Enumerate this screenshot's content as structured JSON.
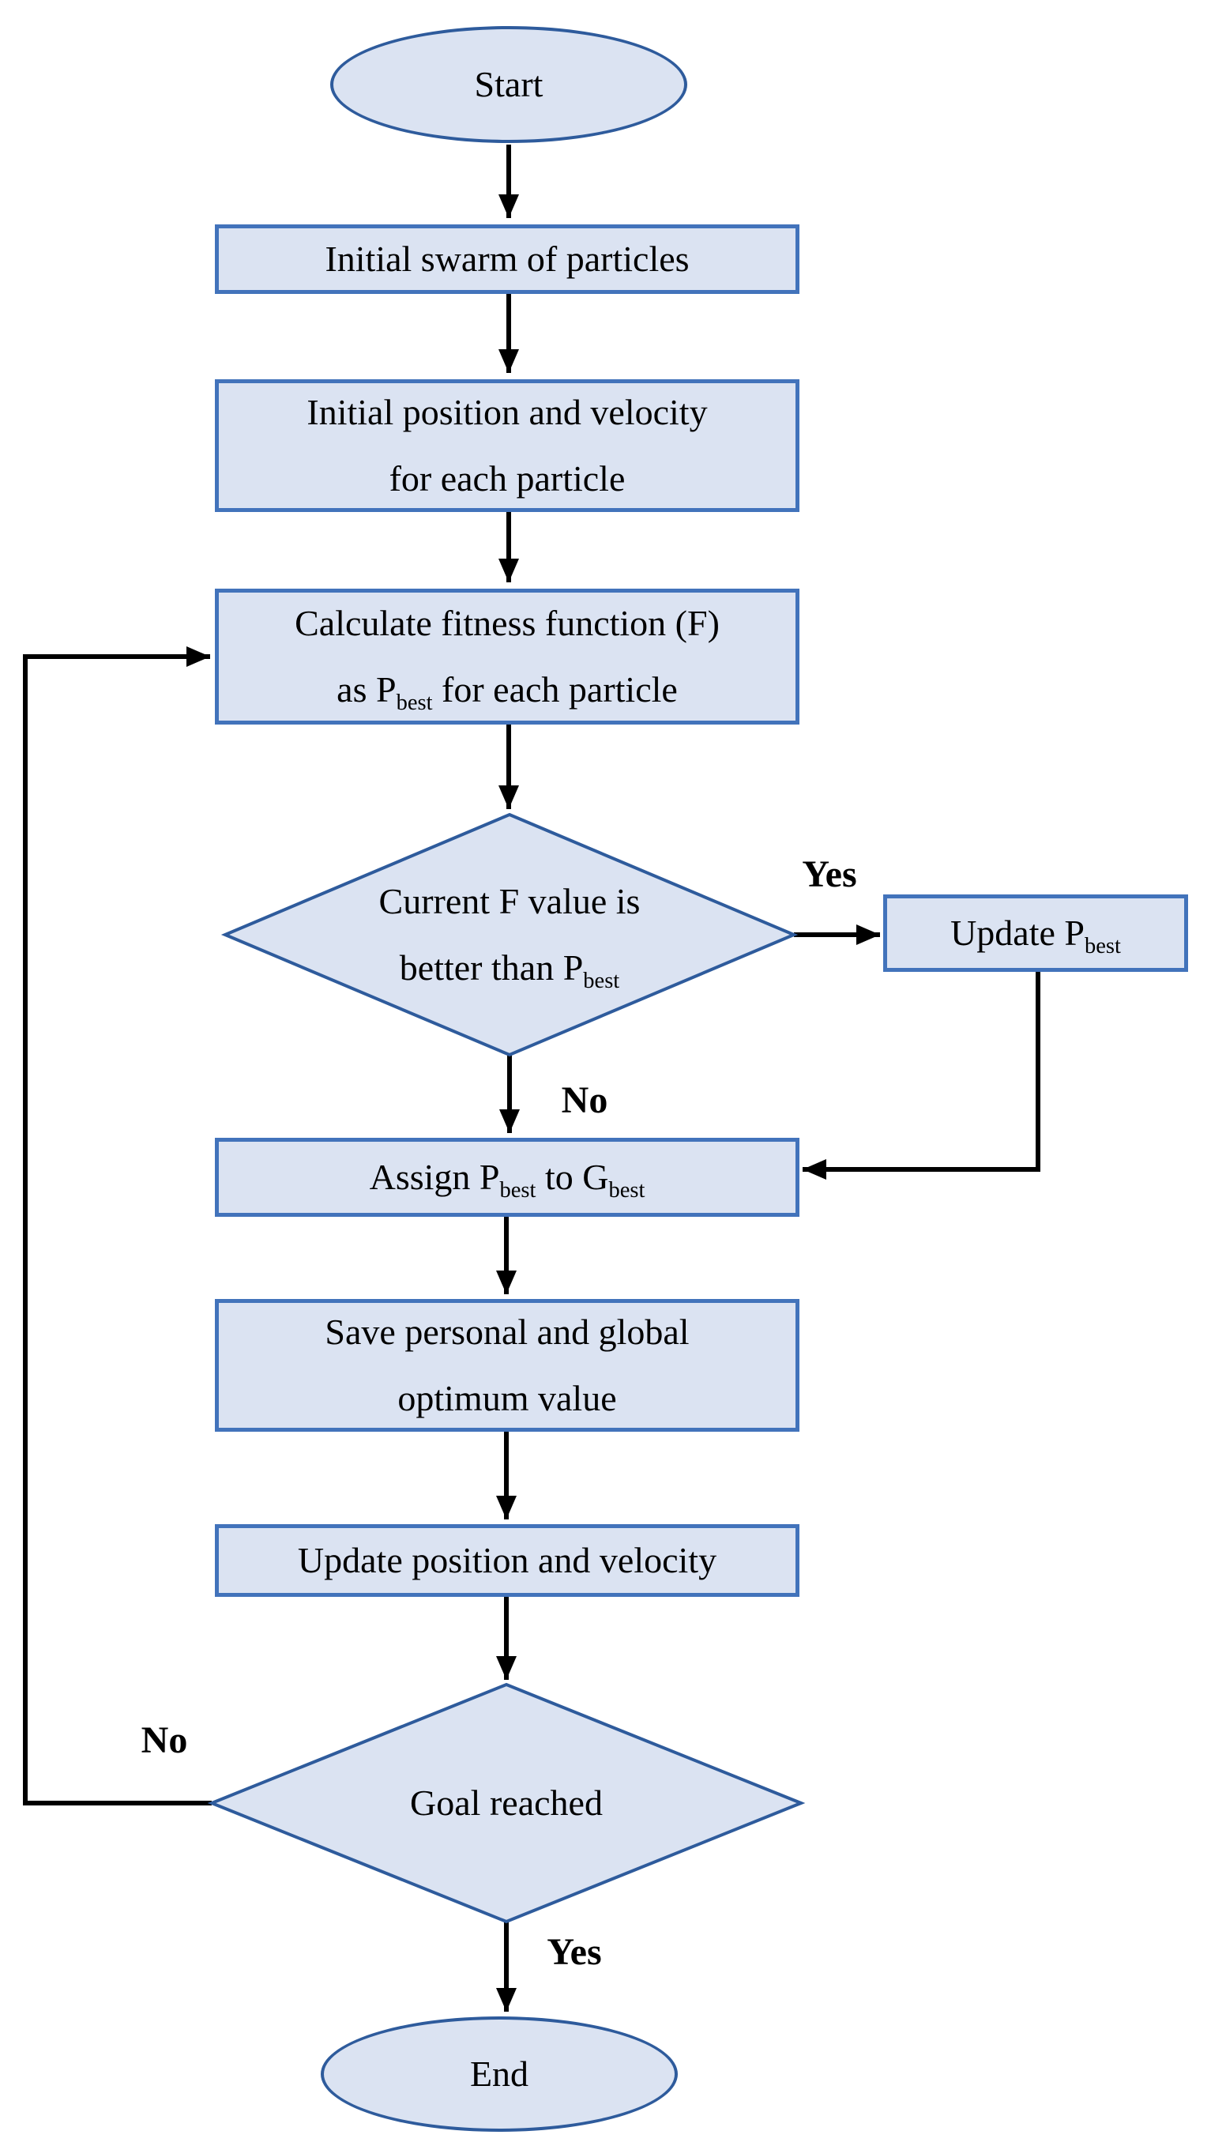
{
  "figure": {
    "description_title": "",
    "colors": {
      "node_fill": "#dbe3f2",
      "process_border": "#4273bb",
      "terminator_border": "#2e5b9c",
      "arrow": "#000000",
      "text": "#000000"
    }
  },
  "nodes": {
    "start": {
      "type": "terminator",
      "label": "Start"
    },
    "init_swarm": {
      "type": "process",
      "label": "Initial swarm of particles"
    },
    "init_position": {
      "type": "process",
      "label": "Initial position and velocity\nfor each particle"
    },
    "calc_fitness": {
      "type": "process",
      "label": "Calculate fitness function (F)\nas P_{best} for each particle"
    },
    "decision_fitness": {
      "type": "decision",
      "label": "Current F value is\nbetter than P_{best}"
    },
    "update_pbest": {
      "type": "process",
      "label": "Update P_{best}"
    },
    "assign_gbest": {
      "type": "process",
      "label": "Assign P_{best} to G_{best}"
    },
    "save_optimum": {
      "type": "process",
      "label": "Save personal and global\noptimum value"
    },
    "update_position": {
      "type": "process",
      "label": "Update position and velocity"
    },
    "decision_goal": {
      "type": "decision",
      "label": "Goal reached"
    },
    "end": {
      "type": "terminator",
      "label": "End"
    }
  },
  "edge_labels": {
    "yes_to_update": "Yes",
    "no_to_assign": "No",
    "no_loop_back": "No",
    "yes_to_end": "Yes"
  }
}
